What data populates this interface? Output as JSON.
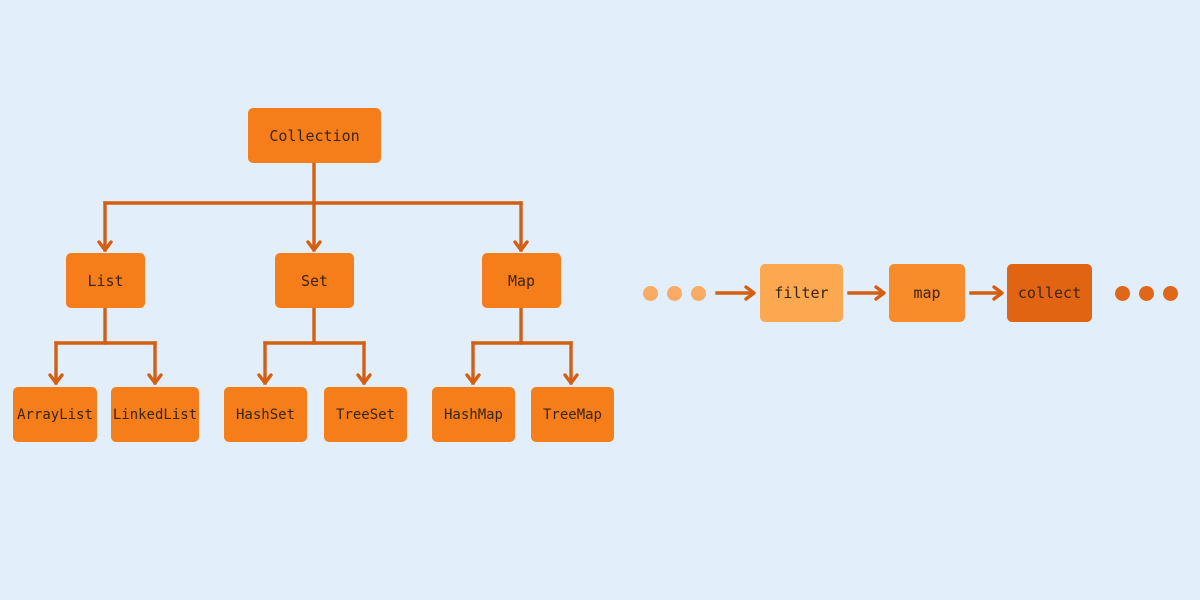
{
  "colors": {
    "background": "#e2eef9",
    "node": "#f57e1a",
    "arrow": "#d45f12",
    "pipe_light": "#fca851",
    "pipe_mid": "#f88b2a",
    "pipe_dark": "#e06412",
    "dot_light": "#f9ab66",
    "dot_dark": "#e0661a"
  },
  "hierarchy": {
    "root": "Collection",
    "children": [
      {
        "label": "List",
        "children": [
          "ArrayList",
          "LinkedList"
        ]
      },
      {
        "label": "Set",
        "children": [
          "HashSet",
          "TreeSet"
        ]
      },
      {
        "label": "Map",
        "children": [
          "HashMap",
          "TreeMap"
        ]
      }
    ]
  },
  "pipeline": {
    "stages": [
      "filter",
      "map",
      "collect"
    ]
  }
}
